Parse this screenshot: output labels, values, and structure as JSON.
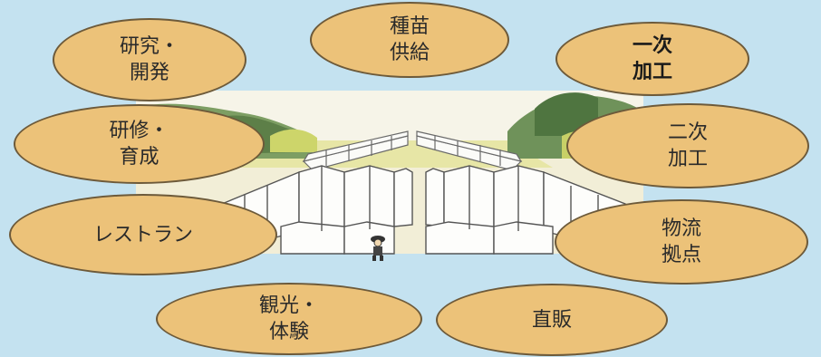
{
  "colors": {
    "background": "#c4e2f0",
    "ellipse_fill": "#ecc279",
    "ellipse_border": "#6d5a3a"
  },
  "nodes": {
    "research": "研究・\n開発",
    "seed_supply": "種苗\n供給",
    "primary_processing": "一次\n加工",
    "training": "研修・\n育成",
    "secondary_processing": "二次\n加工",
    "restaurant": "レストラン",
    "logistics": "物流\n拠点",
    "tourism": "観光・\n体験",
    "direct_sales": "直販"
  }
}
